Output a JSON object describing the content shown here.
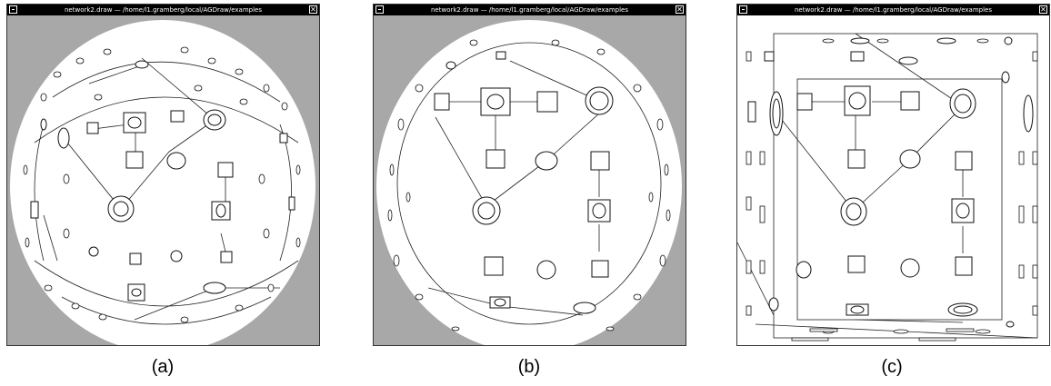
{
  "windows": [
    {
      "title": "network2.draw  —  /home/l1.gramberg/local/AGDraw/examples",
      "caption": "(a)",
      "close_glyph": "✕",
      "canvas_background": "#a8a8a8",
      "projection": "sphere"
    },
    {
      "title": "network2.draw  —  /home/l1.gramberg/local/AGDraw/examples",
      "caption": "(b)",
      "close_glyph": "✕",
      "canvas_background": "#a8a8a8",
      "projection": "hemisphere"
    },
    {
      "title": "network2.draw  —  /home/l1.gramberg/local/AGDraw/examples",
      "caption": "(c)",
      "close_glyph": "✕",
      "canvas_background": "#ffffff",
      "projection": "orthogonal-fisheye"
    }
  ],
  "icons": {
    "window_menu": "window-menu-icon",
    "close": "close-icon"
  }
}
